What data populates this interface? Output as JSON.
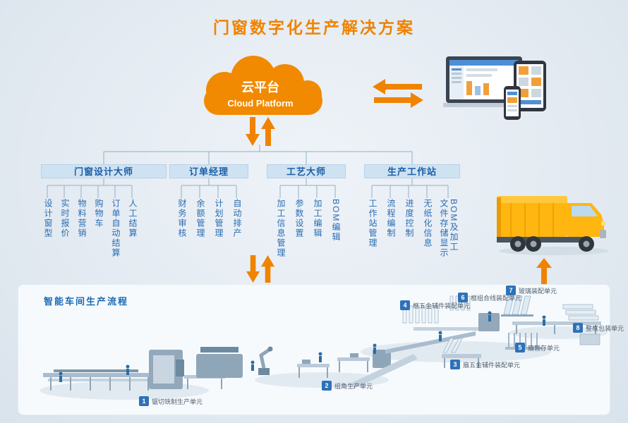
{
  "title": "门窗数字化生产解决方案",
  "cloud": {
    "title": "云平台",
    "subtitle": "Cloud Platform"
  },
  "colors": {
    "accent_orange": "#F08300",
    "cloud_fill": "#F18A00",
    "header_bg": "#CFE2F2",
    "header_text": "#1B5FA8",
    "leaf_text": "#2A6CB3",
    "unit_number_bg": "#2F71B8",
    "truck_yellow": "#FFB610",
    "background": "#E3EAF1"
  },
  "tree": {
    "branches": [
      {
        "label": "门窗设计大师",
        "items": [
          "设计窗型",
          "实时报价",
          "物料营销",
          "购物车",
          "订单自动结算",
          "人工结算"
        ]
      },
      {
        "label": "订单经理",
        "items": [
          "财务审核",
          "余额管理",
          "计划管理",
          "自动排产"
        ]
      },
      {
        "label": "工艺大师",
        "items": [
          "加工信息管理",
          "参数设置",
          "加工编辑",
          "BOM编辑"
        ]
      },
      {
        "label": "生产工作站",
        "items": [
          "工作站管理",
          "流程编制",
          "进度控制",
          "无纸化信息",
          "文件存储显示BOM及加工"
        ]
      }
    ]
  },
  "workshop": {
    "label": "智能车间生产流程",
    "units": [
      {
        "num": "1",
        "label": "锯切铣制生产单元"
      },
      {
        "num": "2",
        "label": "组角生产单元"
      },
      {
        "num": "3",
        "label": "扇五金辅件装配单元"
      },
      {
        "num": "4",
        "label": "框五金辅件装配单元"
      },
      {
        "num": "5",
        "label": "扇暂存单元"
      },
      {
        "num": "6",
        "label": "框组合线装配单元"
      },
      {
        "num": "7",
        "label": "玻璃装配单元"
      },
      {
        "num": "8",
        "label": "整框包装单元"
      }
    ]
  }
}
